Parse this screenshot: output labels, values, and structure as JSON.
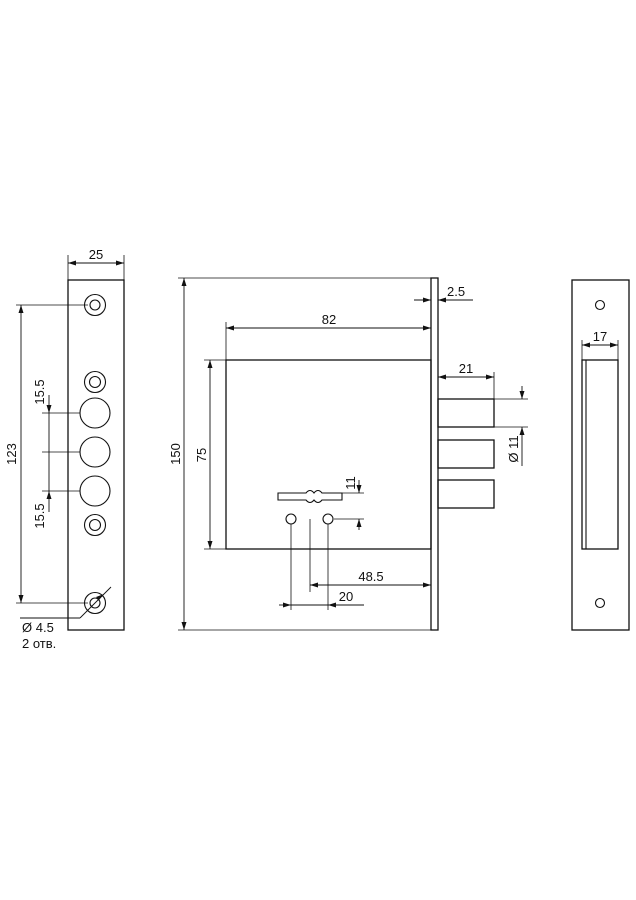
{
  "front_plate": {
    "width_label": "25",
    "height_label": "123",
    "spacing_top_label": "15.5",
    "spacing_bottom_label": "15.5",
    "hole_label": "Ø 4.5",
    "hole_count_label": "2 отв."
  },
  "lock_body": {
    "height_label": "150",
    "case_width_label": "82",
    "case_height_label": "75",
    "plate_thickness_label": "2.5",
    "bolt_length_label": "21",
    "bolt_diameter_label": "Ø 11",
    "keyhole_height_label": "11",
    "backset_label": "48.5",
    "spindle_spacing_label": "20"
  },
  "strike_plate": {
    "opening_width_label": "17"
  }
}
